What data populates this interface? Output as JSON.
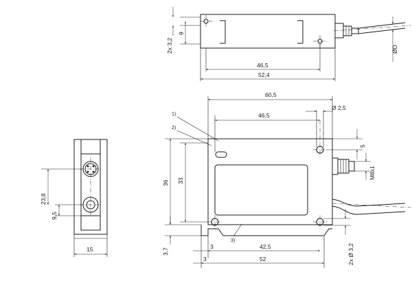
{
  "top_view": {
    "dims": {
      "hole_2x": "2x 3,2",
      "h9": "9",
      "w46_5": "46,5",
      "w52_4": "52,4",
      "cable_d": "ØD"
    }
  },
  "front_view": {
    "dims": {
      "w60_5": "60,5",
      "w46_5": "46,5",
      "d2_5": "Ø 2,5",
      "h5": "5",
      "m8x1": "M8x1",
      "h36": "36",
      "h33": "33",
      "h3_7": "3,7",
      "b3a": "3",
      "b3b": "3",
      "w42_5": "42,5",
      "w52": "52",
      "hole_2x": "2x Ø 3,2"
    },
    "callouts": [
      "1)",
      "2)",
      "3)"
    ]
  },
  "side_view": {
    "dims": {
      "h23_8": "23,8",
      "h9_5": "9,5",
      "w15": "15"
    }
  }
}
